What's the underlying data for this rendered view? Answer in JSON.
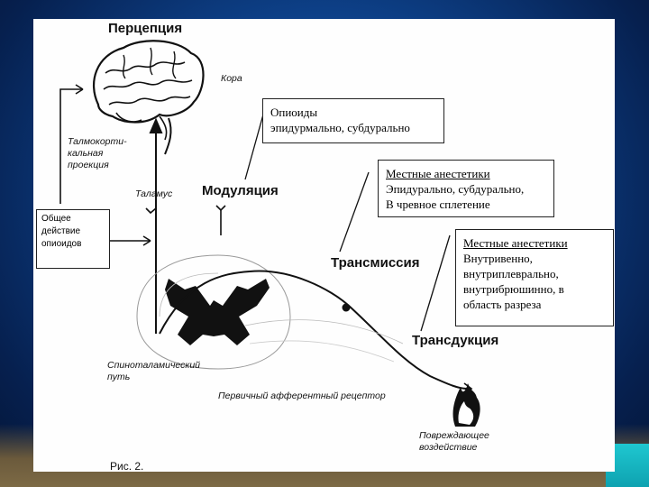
{
  "titles": {
    "perception": "Перцепция",
    "modulation": "Модуляция",
    "transmission": "Трансмиссия",
    "transduction": "Трансдукция"
  },
  "labels": {
    "cortex": "Кора",
    "thalamocortical": [
      "Талмокорти-",
      "кальная",
      "проекция"
    ],
    "thalamus": "Таламус",
    "spinothalamic": [
      "Спиноталамический",
      "путь"
    ],
    "afferent": "Первичный афферентный рецептор",
    "damage": [
      "Повреждающее",
      "воздействие"
    ],
    "figure": "Рис. 2."
  },
  "boxes": {
    "general_opioids": [
      "Общее",
      "действие",
      "опиоидов"
    ],
    "opioids": [
      "Опиоиды",
      "эпидурмально, субдурально"
    ],
    "local_anest_1": [
      "Местные анестетики",
      "Эпидурально, субдурально,",
      "В чревное сплетение"
    ],
    "local_anest_2": [
      "Местные анестетики",
      "Внутривенно,",
      "внутриплеврально,",
      "внутрибрюшинно, в",
      "область разреза"
    ]
  }
}
